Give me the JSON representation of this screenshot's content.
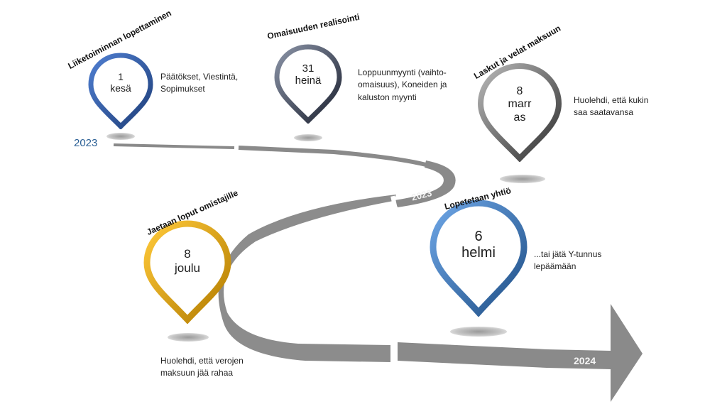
{
  "timeline": {
    "year_start": "2023",
    "year_mid": "2023",
    "year_end": "2024"
  },
  "milestones": [
    {
      "title": "Liiketoiminnan lopettaminen",
      "day": "1",
      "month": "kesä",
      "desc_lines": [
        "Päätökset, Viestintä,",
        "Sopimukset"
      ],
      "color": "#2f5fb0"
    },
    {
      "title": "Omaisuuden realisointi",
      "day": "31",
      "month": "heinä",
      "desc_lines": [
        "Loppuunmyynti (vaihto-",
        "omaisuus), Koneiden ja",
        "kaluston myynti"
      ],
      "color": "#4f5a72"
    },
    {
      "title": "Laskut ja velat maksuun",
      "day": "8",
      "month_lines": [
        "marr",
        "as"
      ],
      "desc_lines": [
        "Huolehdi, että kukin",
        "saa saatavansa"
      ],
      "color": "#6a6a6a"
    },
    {
      "title": "Jaetaan loput omistajille",
      "day": "8",
      "month": "joulu",
      "desc_lines": [
        "Huolehdi, että verojen",
        "maksuun jää rahaa"
      ],
      "color": "#e0a800"
    },
    {
      "title": "Lopetetaan yhtiö",
      "day": "6",
      "month": "helmi",
      "desc_lines": [
        "...tai jätä Y-tunnus",
        "lepäämään"
      ],
      "color": "#3c72b8"
    }
  ]
}
